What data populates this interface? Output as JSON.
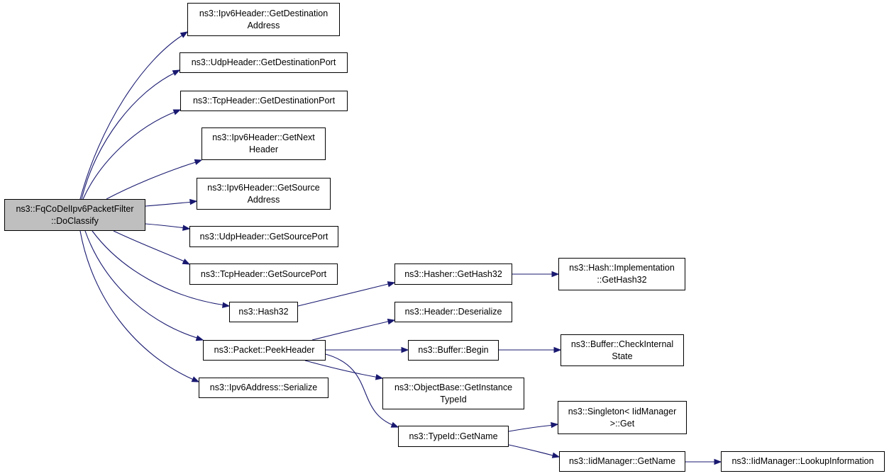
{
  "graph": {
    "root": "ns3::FqCoDelIpv6PacketFilter\n::DoClassify",
    "nodes": {
      "ipv6_get_dest": "ns3::Ipv6Header::GetDestination\nAddress",
      "udp_get_dest_port": "ns3::UdpHeader::GetDestinationPort",
      "tcp_get_dest_port": "ns3::TcpHeader::GetDestinationPort",
      "ipv6_get_next": "ns3::Ipv6Header::GetNext\nHeader",
      "ipv6_get_src": "ns3::Ipv6Header::GetSource\nAddress",
      "udp_get_src_port": "ns3::UdpHeader::GetSourcePort",
      "tcp_get_src_port": "ns3::TcpHeader::GetSourcePort",
      "hash32": "ns3::Hash32",
      "hasher_gethash32": "ns3::Hasher::GetHash32",
      "hash_impl_gethash32": "ns3::Hash::Implementation\n::GetHash32",
      "packet_peekheader": "ns3::Packet::PeekHeader",
      "header_deserialize": "ns3::Header::Deserialize",
      "buffer_begin": "ns3::Buffer::Begin",
      "buffer_checkinternal": "ns3::Buffer::CheckInternal\nState",
      "objectbase_getinstance": "ns3::ObjectBase::GetInstance\nTypeId",
      "ipv6address_serialize": "ns3::Ipv6Address::Serialize",
      "typeid_getname": "ns3::TypeId::GetName",
      "singleton_get": "ns3::Singleton< IidManager\n>::Get",
      "iidmanager_getname": "ns3::IidManager::GetName",
      "iidmanager_lookup": "ns3::IidManager::LookupInformation"
    }
  }
}
